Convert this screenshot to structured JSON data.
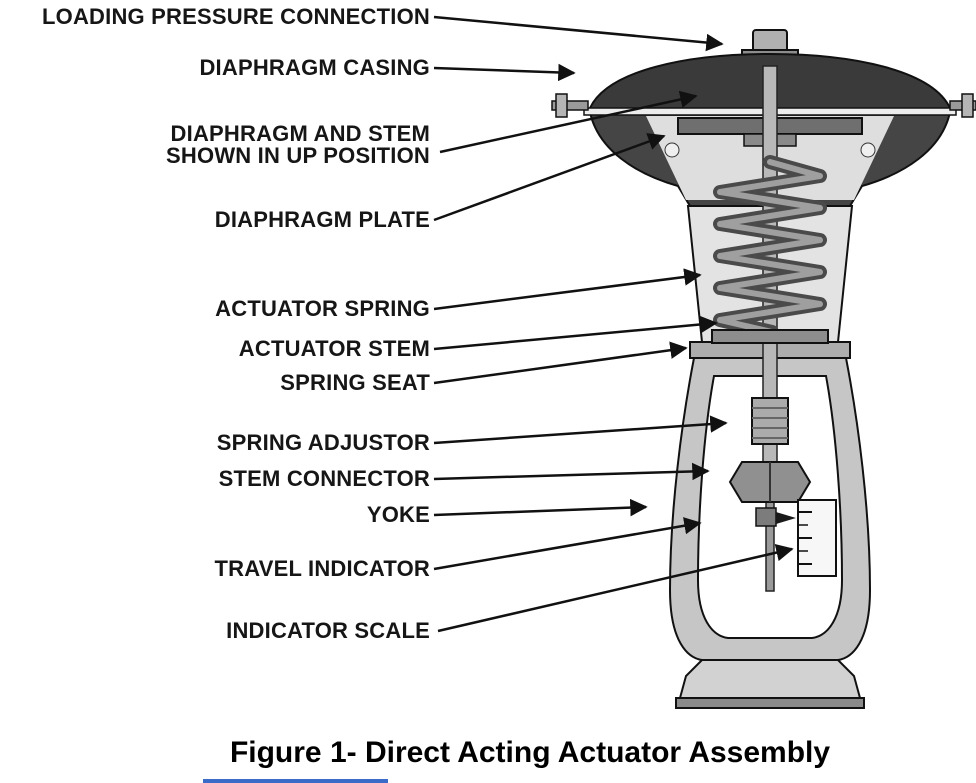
{
  "figure": {
    "caption": "Figure 1- Direct Acting Actuator Assembly"
  },
  "labels": [
    {
      "id": "loading-pressure-connection",
      "text": "LOADING PRESSURE CONNECTION"
    },
    {
      "id": "diaphragm-casing",
      "text": "DIAPHRAGM CASING"
    },
    {
      "id": "diaphragm-and-stem",
      "text": "DIAPHRAGM AND STEM\nSHOWN IN UP POSITION"
    },
    {
      "id": "diaphragm-plate",
      "text": "DIAPHRAGM PLATE"
    },
    {
      "id": "actuator-spring",
      "text": "ACTUATOR SPRING"
    },
    {
      "id": "actuator-stem",
      "text": "ACTUATOR STEM"
    },
    {
      "id": "spring-seat",
      "text": "SPRING SEAT"
    },
    {
      "id": "spring-adjustor",
      "text": "SPRING ADJUSTOR"
    },
    {
      "id": "stem-connector",
      "text": "STEM CONNECTOR"
    },
    {
      "id": "yoke",
      "text": "YOKE"
    },
    {
      "id": "travel-indicator",
      "text": "TRAVEL INDICATOR"
    },
    {
      "id": "indicator-scale",
      "text": "INDICATOR SCALE"
    }
  ],
  "colors": {
    "background": "#ffffff",
    "label_text": "#161616",
    "leader_line": "#111111",
    "underline_accent": "#3a6bc9"
  }
}
